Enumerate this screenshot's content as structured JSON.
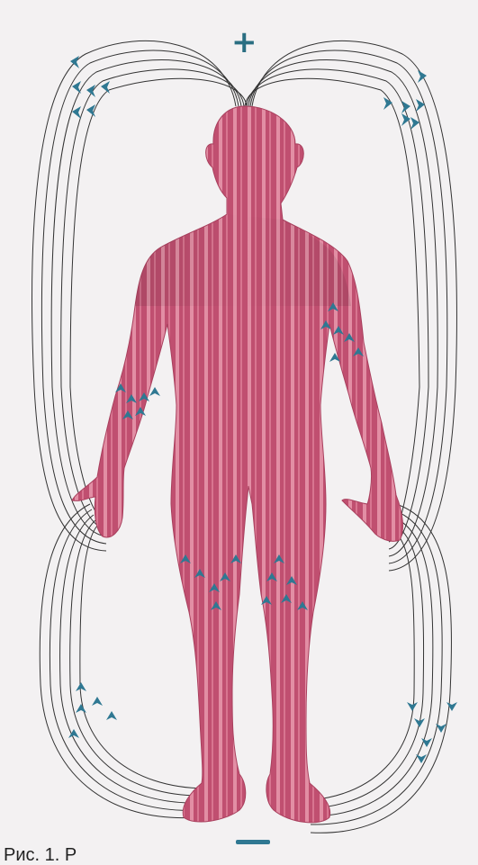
{
  "labels": {
    "positive_pole": "+",
    "caption": "Рис. 1. Р"
  },
  "colors": {
    "background": "#f3f1f2",
    "body_fill": "#c45a78",
    "body_stripe": "#dd8ea2",
    "field_line": "#333333",
    "arrow": "#2f7892"
  },
  "icons": {
    "positive_pole": "plus-sign",
    "negative_pole": "minus-bar",
    "field_direction": "arrowhead"
  }
}
